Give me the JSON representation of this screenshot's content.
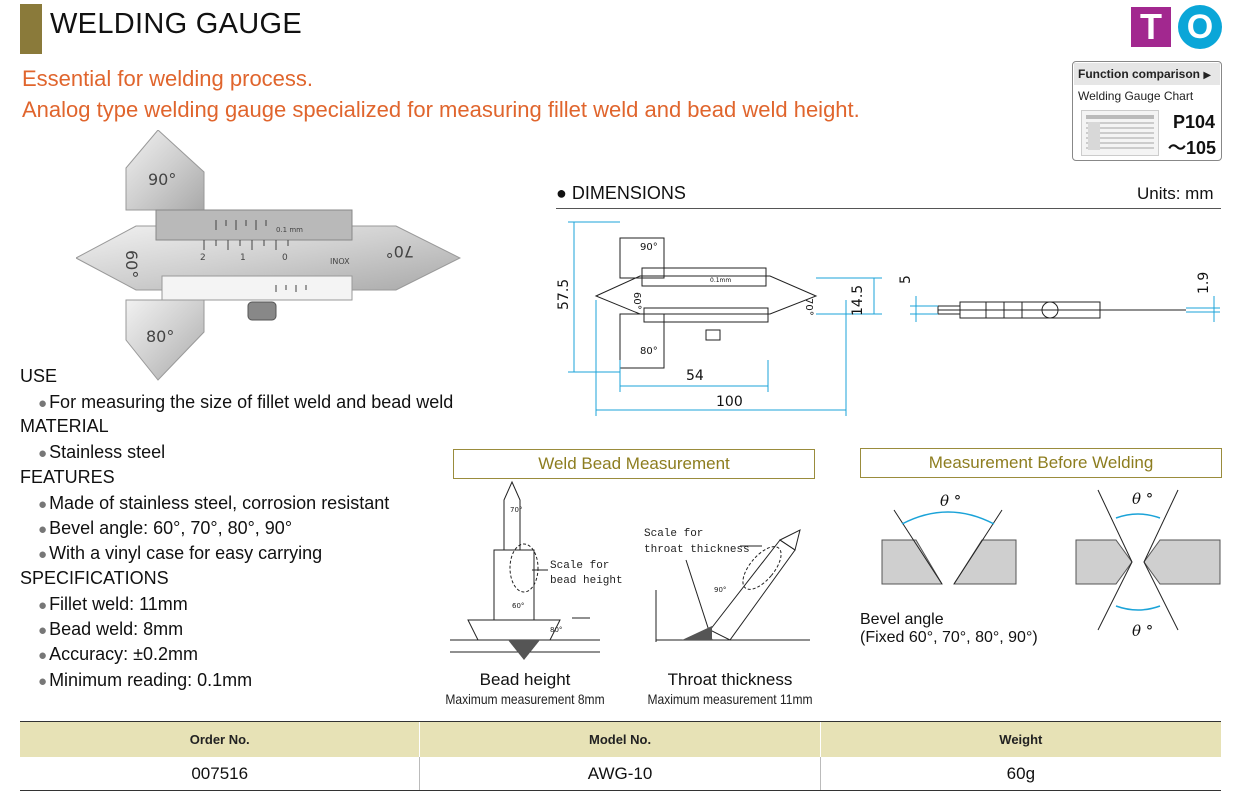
{
  "header": {
    "title": "WELDING GAUGE",
    "logo_letters": [
      "T",
      "O"
    ],
    "subtitle_line1": "Essential for welding process.",
    "subtitle_line2": "Analog type welding gauge specialized for measuring fillet weld and bead weld height."
  },
  "function_comparison": {
    "label": "Function comparison",
    "chart_name": "Welding Gauge Chart",
    "page_start": "P104",
    "page_end": "～105"
  },
  "product_photo": {
    "angle_labels": [
      "90°",
      "60°",
      "70°",
      "80°"
    ],
    "scale_text": "0.1 mm",
    "brand_text": "INOX",
    "scale_digits": [
      "2",
      "1",
      "0"
    ]
  },
  "sections": [
    {
      "heading": "USE",
      "items": [
        "For measuring the size of fillet weld and bead weld"
      ]
    },
    {
      "heading": "MATERIAL",
      "items": [
        "Stainless steel"
      ]
    },
    {
      "heading": "FEATURES",
      "items": [
        "Made of stainless steel, corrosion resistant",
        "Bevel angle: 60°, 70°, 80°, 90°",
        "With a vinyl case for easy carrying"
      ]
    },
    {
      "heading": "SPECIFICATIONS",
      "items": [
        "Fillet weld: 11mm",
        "Bead weld: 8mm",
        "Accuracy: ±0.2mm",
        "Minimum reading: 0.1mm"
      ]
    }
  ],
  "dimensions": {
    "heading": "DIMENSIONS",
    "units": "Units: mm",
    "height": "57.5",
    "width_inner": "54",
    "width_total": "100",
    "body_height": "14.5",
    "thickness": "5",
    "blade": "1.9",
    "gauge_angles": [
      "90°",
      "60°",
      "70°",
      "80°"
    ],
    "gauge_scale": "0.1mm"
  },
  "weld_bead": {
    "heading": "Weld Bead Measurement",
    "callout_bead": "Scale for bead height",
    "callout_throat": "Scale for throat thickness",
    "bead_caption": "Bead height",
    "bead_max": "Maximum measurement 8mm",
    "throat_caption": "Throat thickness",
    "throat_max": "Maximum measurement 11mm",
    "angles": [
      "70°",
      "60°",
      "80°",
      "90°"
    ]
  },
  "before_welding": {
    "heading": "Measurement Before Welding",
    "theta": "θ °",
    "bevel_caption_1": "Bevel angle",
    "bevel_caption_2": "(Fixed 60°, 70°, 80°, 90°)"
  },
  "table": {
    "headers": [
      "Order No.",
      "Model No.",
      "Weight"
    ],
    "row": [
      "007516",
      "AWG-10",
      "60g"
    ]
  }
}
